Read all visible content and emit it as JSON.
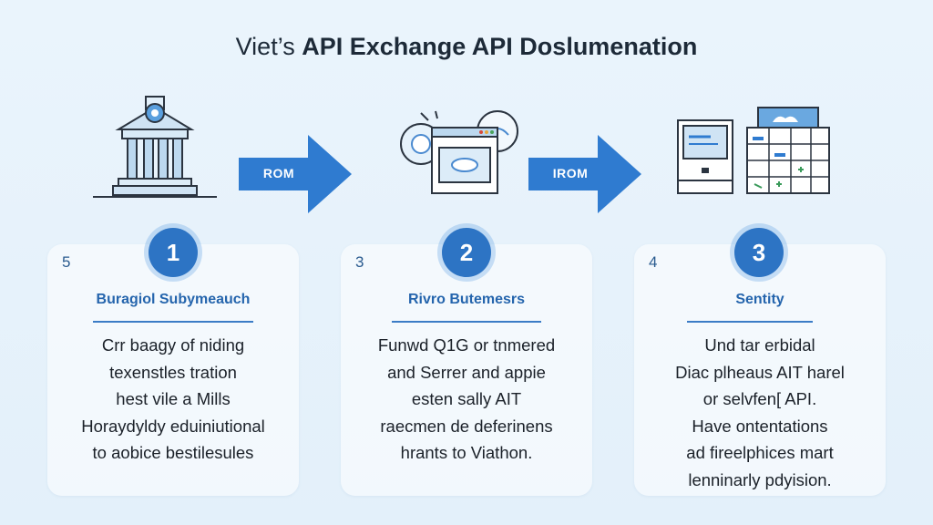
{
  "title": {
    "light": "Viet’s",
    "bold": "API Exchange API Doslumenation"
  },
  "arrows": [
    {
      "label": "ROM"
    },
    {
      "label": "IROM"
    }
  ],
  "steps": [
    {
      "number": "1",
      "side_number": "5",
      "title": "Buragiol Subymeauch",
      "lines": [
        "Crr baagy of niding",
        "texenstles tration",
        "hest vile a Mills",
        "Horaydyldy eduiniutional",
        "to aobice bestilesules"
      ]
    },
    {
      "number": "2",
      "side_number": "3",
      "title": "Rivro Butemesrs",
      "lines": [
        "Funwd Q1G or tnmered",
        "and Serrer and appie",
        "esten sally AIT",
        "raecmen de deferinens",
        "hrants to Viathon."
      ]
    },
    {
      "number": "3",
      "side_number": "4",
      "title": "Sentity",
      "lines": [
        "Und tar erbidal",
        "Diac plheaus AIT harel",
        "or selvfen[ API.",
        "Have ontentations",
        "ad fireelphices mart",
        "lenninarly pdyision."
      ]
    }
  ],
  "colors": {
    "accent": "#2d74c4",
    "arrow": "#2f7bd0",
    "background": "#e6f2fb",
    "title_text": "#2565ad"
  },
  "icons": [
    "bank-building-icon",
    "browser-window-icon",
    "monitor-table-icon",
    "arrow-right-icon"
  ]
}
